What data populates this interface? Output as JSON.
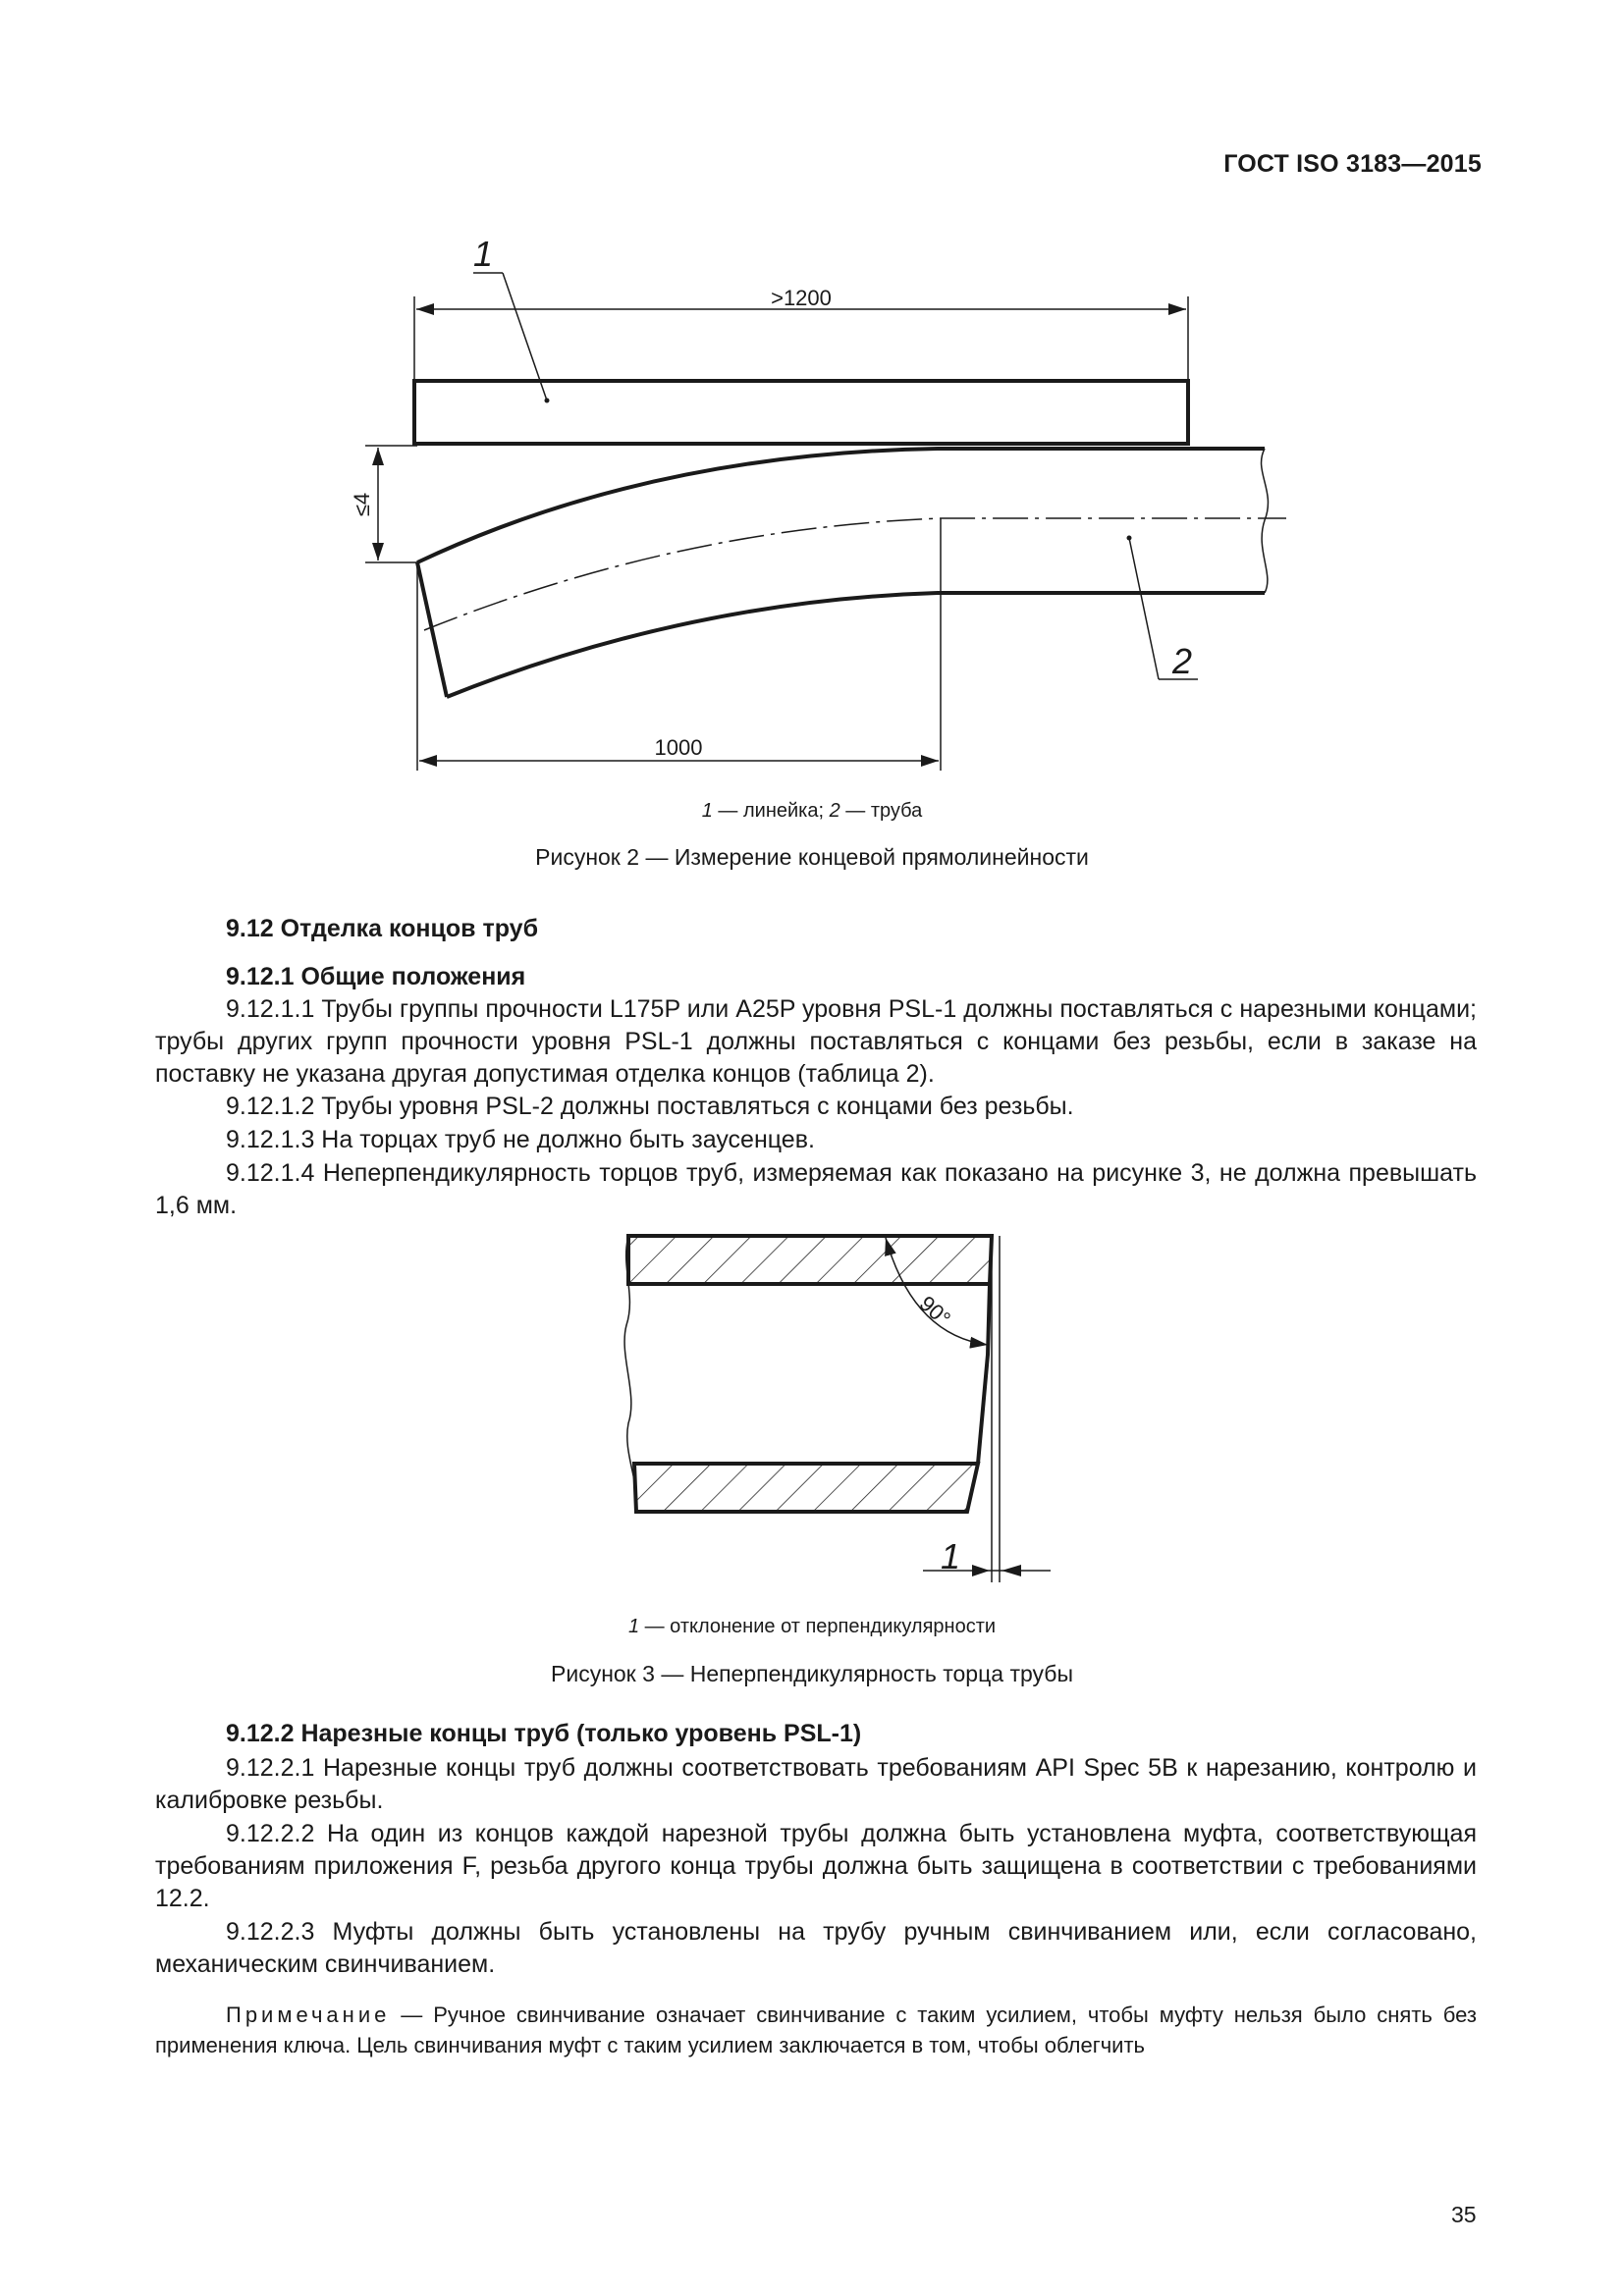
{
  "header": {
    "standard": "ГОСТ ISO 3183—2015"
  },
  "figure2": {
    "label_ruler": "1",
    "label_pipe": "2",
    "dim_top": ">1200",
    "dim_side": "≤4",
    "dim_bottom": "1000",
    "legend": {
      "n1": "1",
      "t1": " — линейка; ",
      "n2": "2",
      "t2": " — труба"
    },
    "caption": "Рисунок 2 — Измерение концевой прямолинейности"
  },
  "section_9_12": {
    "heading": "9.12 Отделка концов труб"
  },
  "section_9_12_1": {
    "heading": "9.12.1 Общие положения",
    "p1": "9.12.1.1 Трубы группы прочности L175P или A25P уровня PSL-1 должны поставляться с нарезными концами; трубы других групп прочности уровня PSL-1 должны поставляться с концами без резьбы, если в заказе на поставку не указана другая допустимая отделка концов (таблица 2).",
    "p2": "9.12.1.2 Трубы уровня PSL-2 должны поставляться с концами без резьбы.",
    "p3": "9.12.1.3 На торцах труб не должно быть заусенцев.",
    "p4": "9.12.1.4 Неперпендикулярность торцов труб, измеряемая как показано на рисунке 3, не должна превышать 1,6 мм."
  },
  "figure3": {
    "angle": "90°",
    "label_dev": "1",
    "legend": {
      "n1": "1",
      "t1": " — отклонение от перпендикулярности"
    },
    "caption": "Рисунок 3 — Неперпендикулярность торца трубы"
  },
  "section_9_12_2": {
    "heading": "9.12.2 Нарезные концы труб (только уровень PSL-1)",
    "p1": "9.12.2.1 Нарезные концы труб должны соответствовать требованиям API Spec 5B к нарезанию, контролю и калибровке резьбы.",
    "p2": "9.12.2.2 На один из концов каждой нарезной трубы должна быть установлена муфта, соответствующая требованиям приложения F, резьба другого конца трубы должна быть защищена в соответствии с требованиями 12.2.",
    "p3": "9.12.2.3 Муфты должны быть установлены на трубу ручным свинчиванием или, если согласовано, механическим свинчиванием."
  },
  "note": {
    "label": "Примечание",
    "text": " — Ручное свинчивание означает свинчивание с таким усилием, чтобы муфту нельзя было снять без применения ключа. Цель свинчивания муфт с таким усилием заключается в том, чтобы облегчить"
  },
  "footer": {
    "page_number": "35"
  }
}
